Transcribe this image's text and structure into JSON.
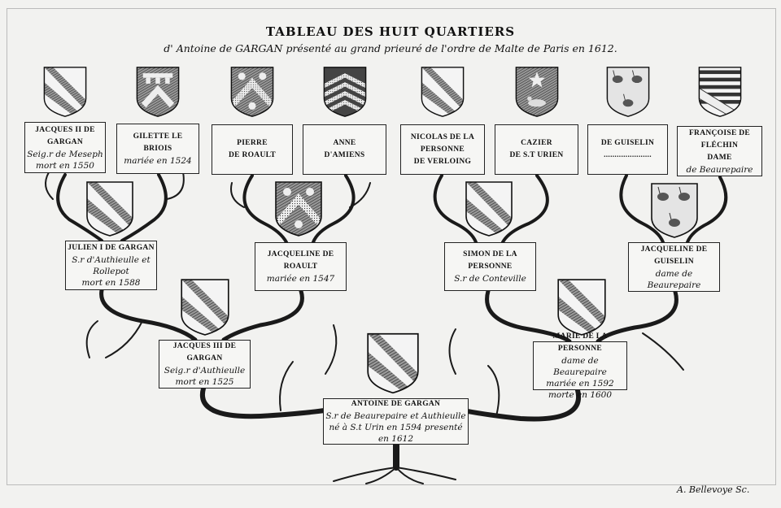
{
  "title": "TABLEAU DES HUIT QUARTIERS",
  "subtitle": "d' Antoine de GARGAN présenté au grand prieuré de l'ordre de Malte de Paris en 1612.",
  "signature": "A. Bellevoye  Sc.",
  "generation_1": [
    {
      "name": "JACQUES II DE GARGAN",
      "lines": [
        "Seig.r de Meseph",
        "mort en 1550"
      ],
      "arms": "bend"
    },
    {
      "name": "GILETTE LE BRIOIS",
      "lines": [
        "mariée en 1524"
      ],
      "arms": "chevron-label"
    },
    {
      "name": "PIERRE",
      "lines": [
        "DE ROAULT"
      ],
      "arms": "chevron-crescents"
    },
    {
      "name": "ANNE",
      "lines": [
        "D'AMIENS"
      ],
      "arms": "chevronny"
    },
    {
      "name": "NICOLAS DE LA PERSONNE",
      "lines": [
        "DE VERLOING"
      ],
      "arms": "bend"
    },
    {
      "name": "CAZIER",
      "lines": [
        "DE S.T URIEN"
      ],
      "arms": "star-bird"
    },
    {
      "name": "DE GUISELIN",
      "lines": [
        "......................"
      ],
      "arms": "peacocks"
    },
    {
      "name": "FRANÇOISE DE FLÉCHIN",
      "lines": [
        "DAME",
        "de Beaurepaire"
      ],
      "arms": "barry-bend"
    }
  ],
  "generation_2": [
    {
      "name": "JULIEN I DE GARGAN",
      "lines": [
        "S.r d'Authieulle et Rollepot",
        "mort en 1588"
      ],
      "arms": "bend"
    },
    {
      "name": "JACQUELINE DE ROAULT",
      "lines": [
        "mariée en 1547"
      ],
      "arms": "chevron-crescents"
    },
    {
      "name": "SIMON DE LA PERSONNE",
      "lines": [
        "S.r de Conteville"
      ],
      "arms": "bend"
    },
    {
      "name": "JACQUELINE DE GUISELIN",
      "lines": [
        "dame de Beaurepaire"
      ],
      "arms": "peacocks"
    }
  ],
  "generation_3": [
    {
      "name": "JACQUES III DE GARGAN",
      "lines": [
        "Seig.r d'Authieulle",
        "mort en 1525"
      ],
      "arms": "bend"
    },
    {
      "name": "MARIE DE LA PERSONNE",
      "lines": [
        "dame de Beaurepaire",
        "mariée en 1592",
        "morte en 1600"
      ],
      "arms": "bend"
    }
  ],
  "root": {
    "name": "ANTOINE DE GARGAN",
    "lines": [
      "S.r de Beaurepaire et Authieulle",
      "né à S.t Urin en 1594 presenté en 1612"
    ],
    "arms": "bend"
  }
}
